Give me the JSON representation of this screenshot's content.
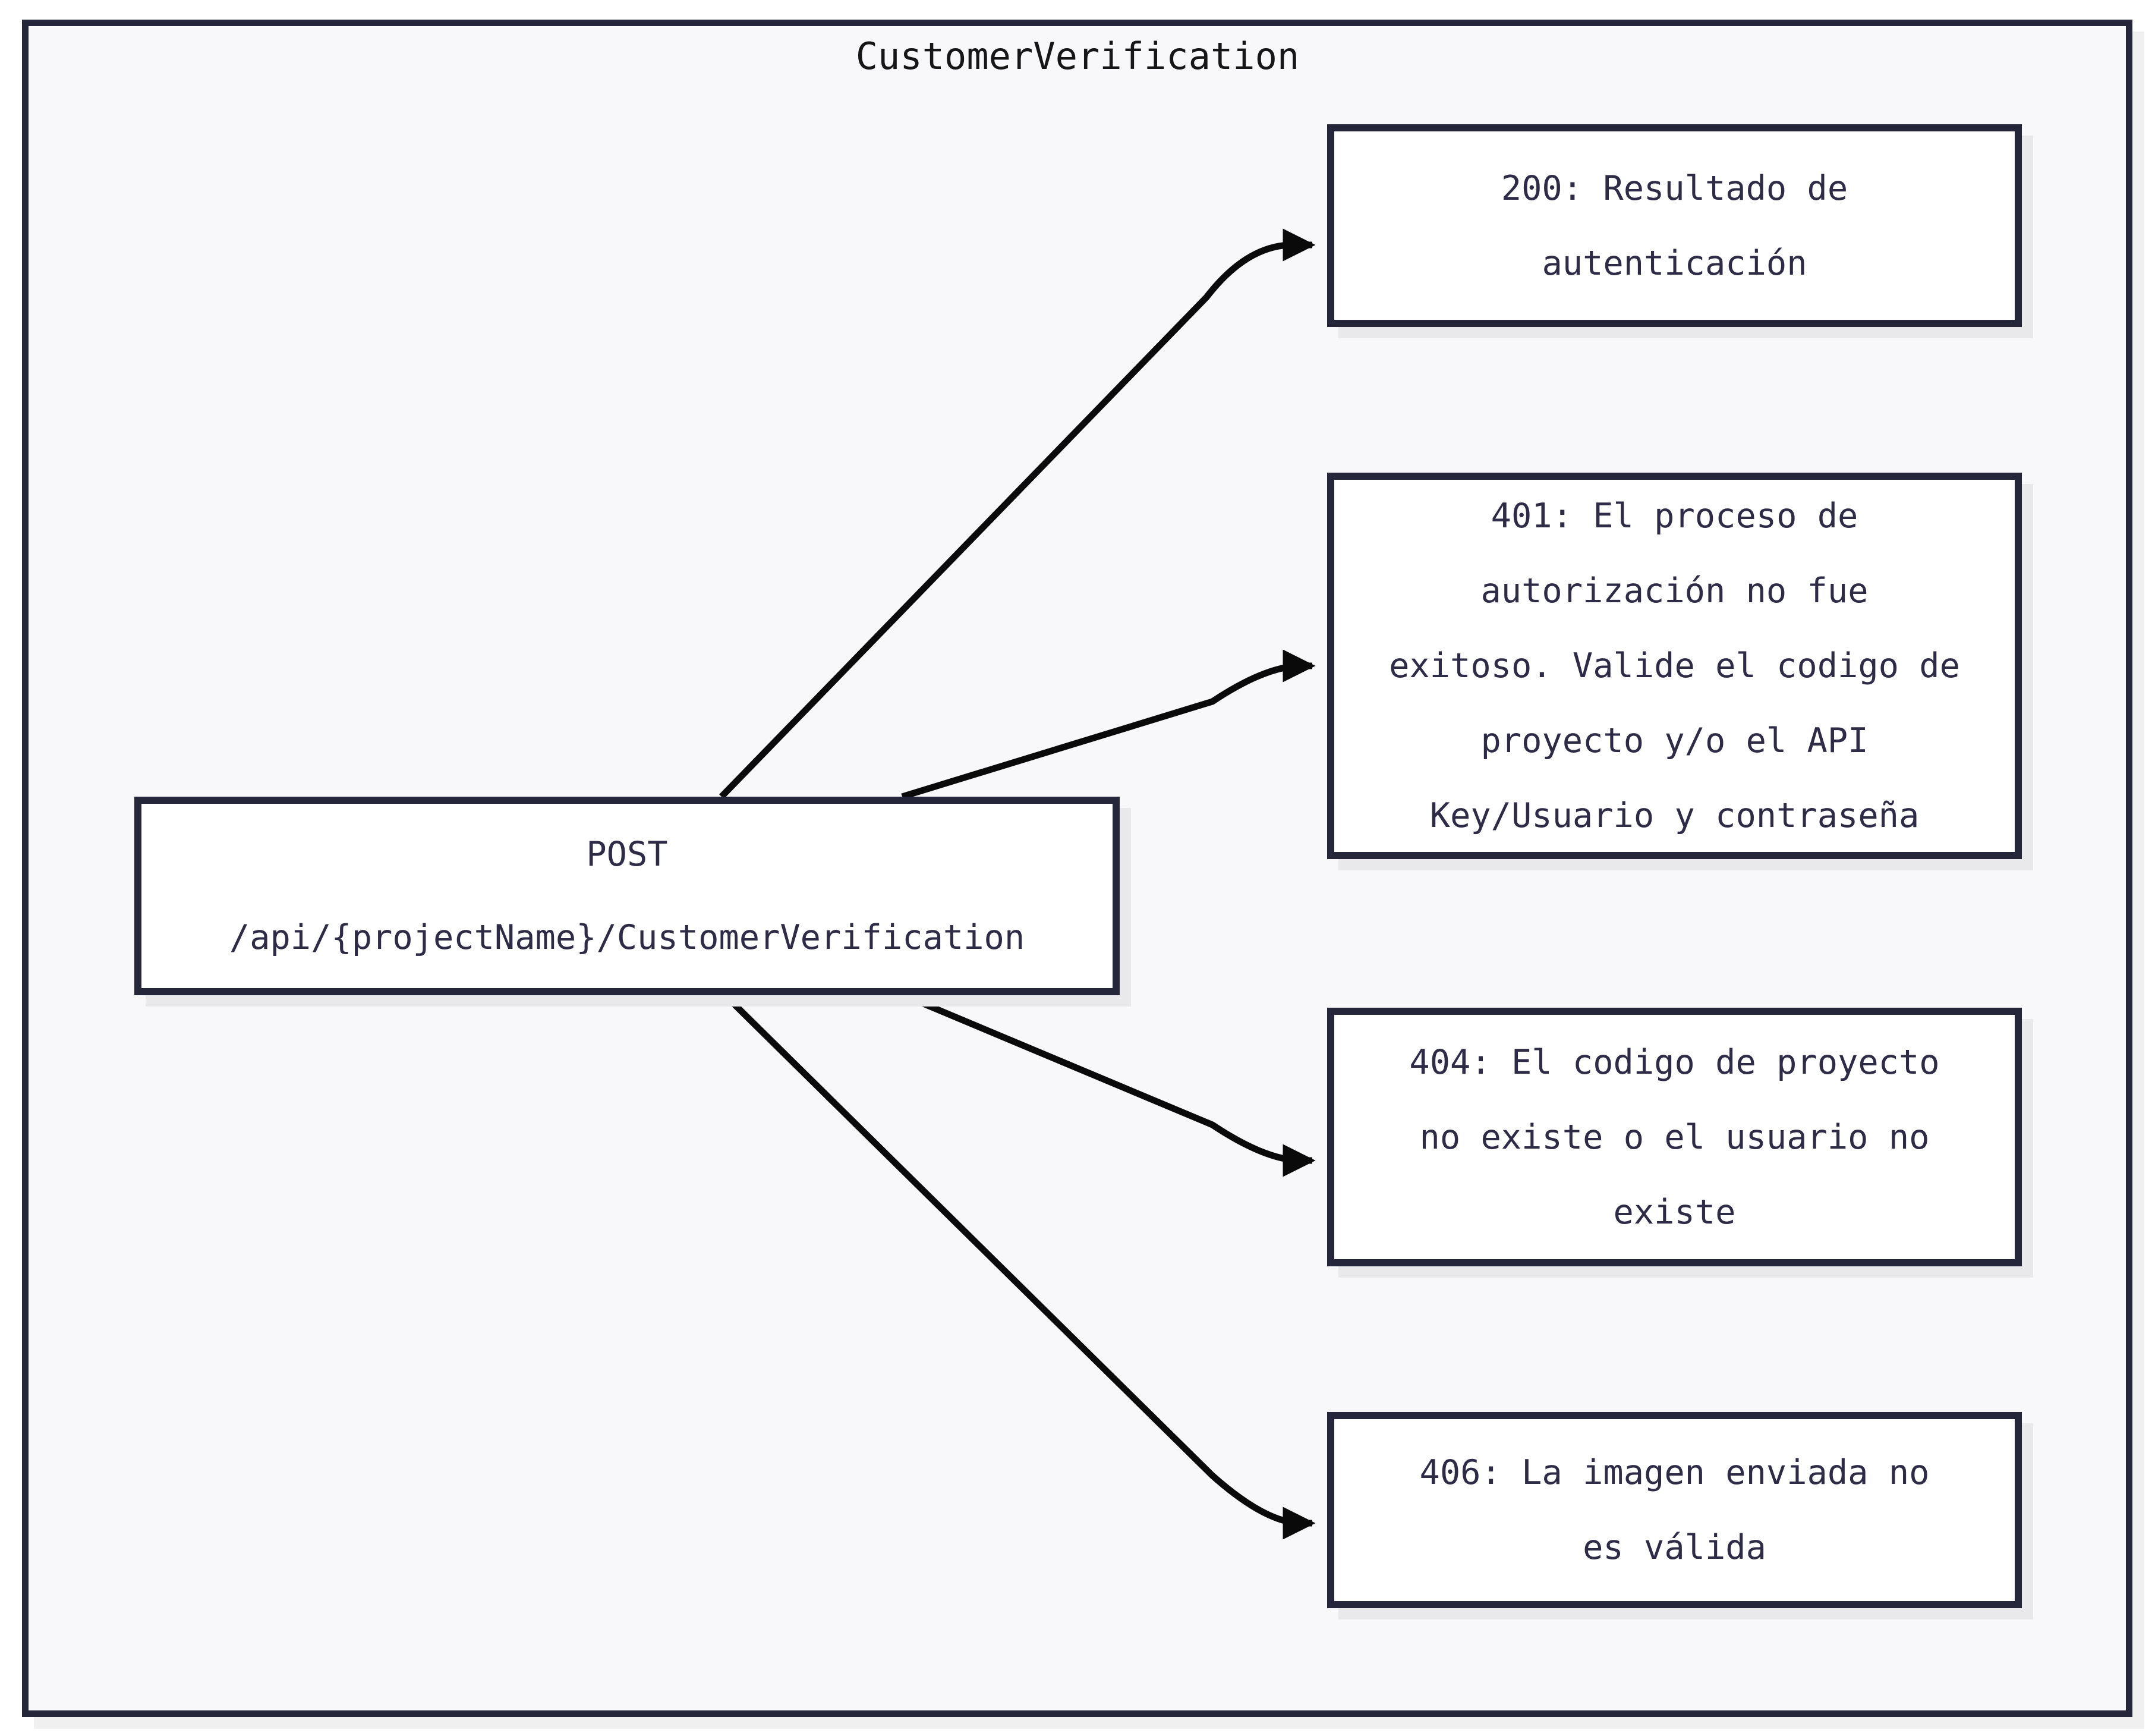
{
  "diagram": {
    "title": "CustomerVerification",
    "nodes": {
      "endpoint": {
        "lines": [
          "POST",
          "/api/{projectName}/CustomerVerification"
        ]
      },
      "r200": {
        "lines": [
          "200: Resultado de",
          "autenticación"
        ]
      },
      "r401": {
        "lines": [
          "401: El proceso de",
          "autorización no fue",
          "exitoso. Valide el codigo de",
          "proyecto y/o el API",
          "Key/Usuario y contraseña"
        ]
      },
      "r404": {
        "lines": [
          "404: El codigo de proyecto",
          "no existe o el usuario no",
          "existe"
        ]
      },
      "r406": {
        "lines": [
          "406: La imagen enviada no",
          "es válida"
        ]
      }
    },
    "edges": [
      {
        "from": "endpoint",
        "to": "r200"
      },
      {
        "from": "endpoint",
        "to": "r401"
      },
      {
        "from": "endpoint",
        "to": "r404"
      },
      {
        "from": "endpoint",
        "to": "r406"
      }
    ],
    "colors": {
      "frame_border": "#26263a",
      "node_border": "#26263a",
      "node_fill": "#ffffff",
      "node_text": "#2e2b47",
      "canvas": "#f8f8fb",
      "arrow": "#0a0a0a",
      "shadow": "#e9e9ec"
    }
  }
}
